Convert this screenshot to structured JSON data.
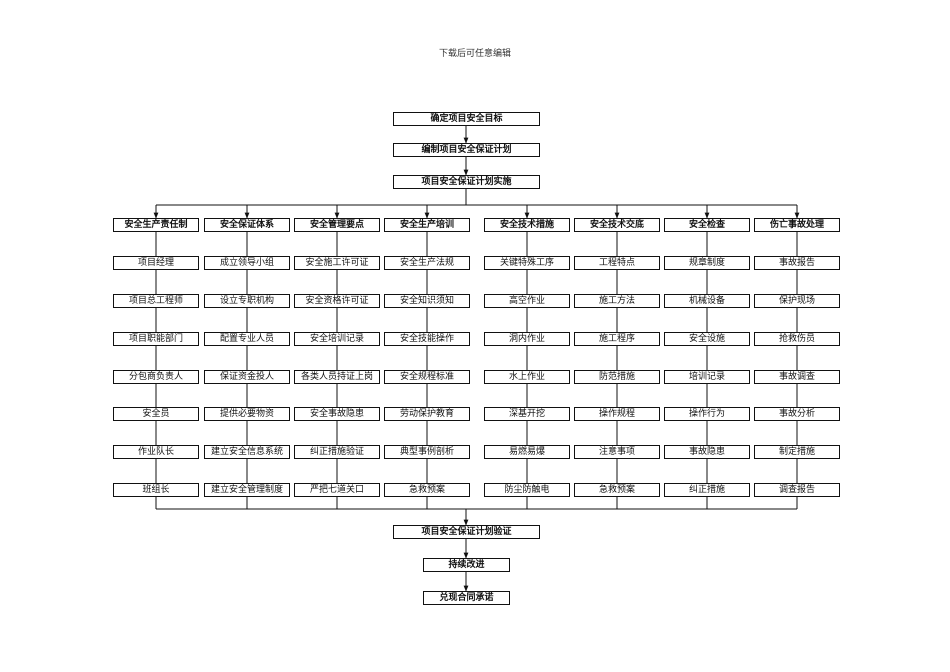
{
  "header": "下载后可任意编辑",
  "flow": {
    "top": [
      "确定项目安全目标",
      "编制项目安全保证计划",
      "项目安全保证计划实施"
    ],
    "bottom": [
      "项目安全保证计划验证",
      "持续改进",
      "兑现合同承诺"
    ]
  },
  "columns": [
    {
      "header": "安全生产责任制",
      "items": [
        "项目经理",
        "项目总工程师",
        "项目职能部门",
        "分包商负责人",
        "安全员",
        "作业队长",
        "班组长"
      ]
    },
    {
      "header": "安全保证体系",
      "items": [
        "成立领导小组",
        "设立专职机构",
        "配置专业人员",
        "保证资金投人",
        "提供必要物资",
        "建立安全信息系统",
        "建立安全管理制度"
      ]
    },
    {
      "header": "安全管理要点",
      "items": [
        "安全施工许可证",
        "安全资格许可证",
        "安全培训记录",
        "各类人员持证上岗",
        "安全事故隐患",
        "纠正措施验证",
        "严把七道关口"
      ]
    },
    {
      "header": "安全生产培训",
      "items": [
        "安全生产法规",
        "安全知识须知",
        "安全技能操作",
        "安全规程标准",
        "劳动保护教育",
        "典型事例剖析",
        "急救预案"
      ]
    },
    {
      "header": "安全技术措施",
      "items": [
        "关键特殊工序",
        "高空作业",
        "洞内作业",
        "水上作业",
        "深基开挖",
        "易燃易爆",
        "防尘防触电"
      ]
    },
    {
      "header": "安全技术交底",
      "items": [
        "工程特点",
        "施工方法",
        "施工程序",
        "防范措施",
        "操作规程",
        "注意事项",
        "急救预案"
      ]
    },
    {
      "header": "安全检查",
      "items": [
        "规章制度",
        "机械设备",
        "安全设施",
        "培训记录",
        "操作行为",
        "事故隐患",
        "纠正措施"
      ]
    },
    {
      "header": "伤亡事故处理",
      "items": [
        "事故报告",
        "保护现场",
        "抢救伤员",
        "事故调查",
        "事故分析",
        "制定措施",
        "调查报告"
      ]
    }
  ]
}
